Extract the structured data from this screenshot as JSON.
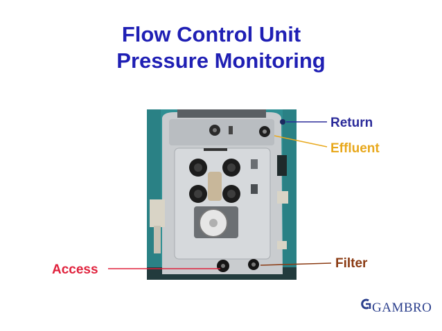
{
  "title": {
    "line1": "Flow Control Unit",
    "line2": "Pressure Monitoring"
  },
  "labels": {
    "return": "Return",
    "effluent": "Effluent",
    "filter": "Filter",
    "access": "Access"
  },
  "logo": {
    "text": "GAMBRO"
  },
  "colors": {
    "title": "#1f1fb4",
    "return": "#2b2b9a",
    "effluent": "#e8a81c",
    "filter": "#8a3a12",
    "access": "#e0213c"
  }
}
